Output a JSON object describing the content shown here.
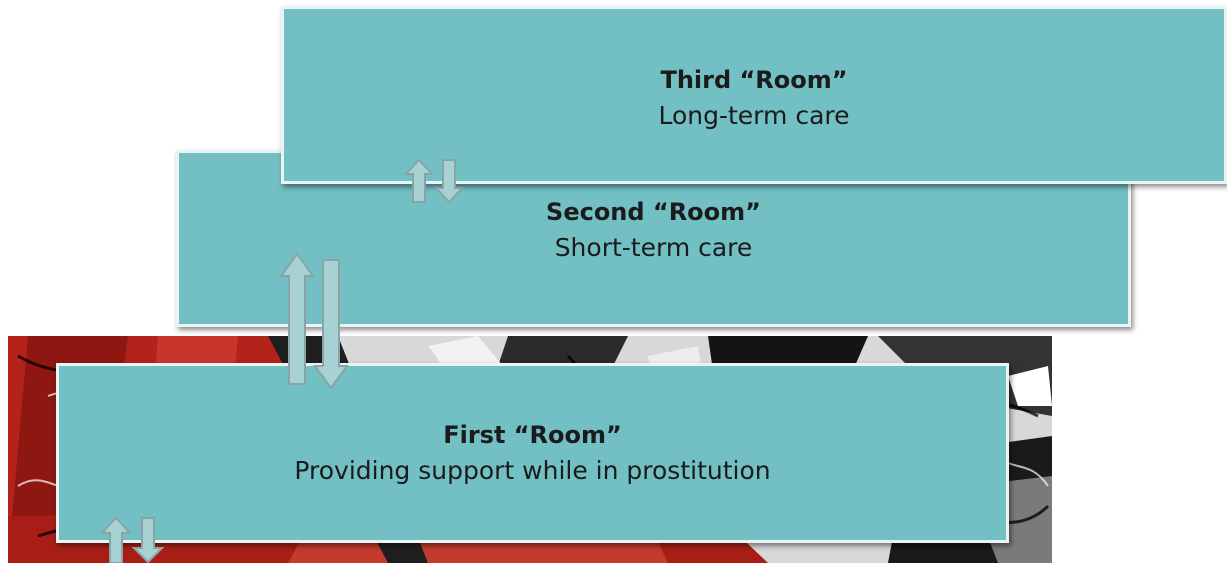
{
  "rooms": {
    "third": {
      "title": "Third “Room”",
      "subtitle": "Long-term care"
    },
    "second": {
      "title": "Second “Room”",
      "subtitle": "Short-term care"
    },
    "first": {
      "title": "First “Room”",
      "subtitle": "Providing support while in prostitution"
    }
  },
  "colors": {
    "box_fill": "#72bfc4",
    "box_border": "#e9f4f5",
    "arrow_fill": "#a6d2d4",
    "arrow_stroke": "#8aa4a6",
    "background_art_red": "#b3221b"
  },
  "icons": [
    "up-arrow-icon",
    "down-arrow-icon"
  ]
}
